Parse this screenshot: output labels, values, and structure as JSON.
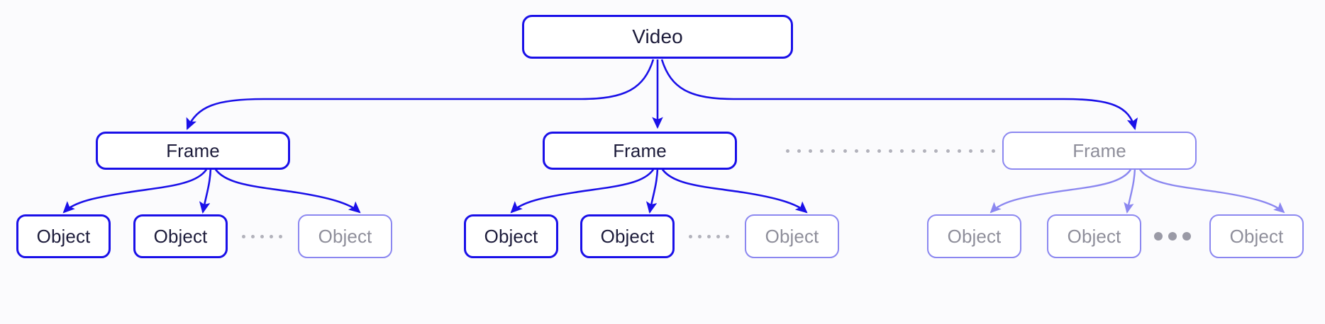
{
  "diagram": {
    "title": "Video-Frame-Object hierarchy",
    "type": "tree",
    "background_color": "#fbfbfd",
    "levels": [
      "Video",
      "Frame",
      "Object"
    ],
    "colors": {
      "active_border": "#1a10e8",
      "active_text": "#1c1b3a",
      "faded_border": "#8b87f0",
      "faded_text": "#8e8e9a",
      "edge_active": "#1a10e8",
      "edge_faded": "#8b87f0",
      "dots": "#b2b2bb",
      "dots_bold": "#9a9aa6"
    }
  },
  "root": {
    "label": "Video",
    "state": "active"
  },
  "frames": [
    {
      "label": "Frame",
      "state": "active"
    },
    {
      "label": "Frame",
      "state": "active"
    },
    {
      "label": "Frame",
      "state": "faded"
    }
  ],
  "frame_separator": {
    "style": "fine-dotted",
    "dot_count": 19
  },
  "groups": [
    {
      "frame_index": 0,
      "objects": [
        {
          "label": "Object",
          "state": "active"
        },
        {
          "label": "Object",
          "state": "active"
        },
        {
          "label": "Object",
          "state": "faded"
        }
      ],
      "separator": {
        "style": "fine-dotted",
        "dot_count": 5
      }
    },
    {
      "frame_index": 1,
      "objects": [
        {
          "label": "Object",
          "state": "active"
        },
        {
          "label": "Object",
          "state": "active"
        },
        {
          "label": "Object",
          "state": "faded"
        }
      ],
      "separator": {
        "style": "fine-dotted",
        "dot_count": 5
      }
    },
    {
      "frame_index": 2,
      "objects": [
        {
          "label": "Object",
          "state": "faded"
        },
        {
          "label": "Object",
          "state": "faded"
        },
        {
          "label": "Object",
          "state": "faded"
        }
      ],
      "separator": {
        "style": "bold-dotted",
        "dot_count": 3
      }
    }
  ]
}
